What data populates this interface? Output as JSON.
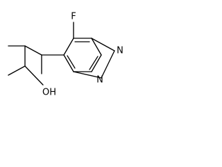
{
  "molecule": {
    "atom_labels": {
      "fluorine": "F",
      "nitrogen_top": "N",
      "nitrogen_bottom": "N",
      "hydroxyl": "OH"
    }
  }
}
